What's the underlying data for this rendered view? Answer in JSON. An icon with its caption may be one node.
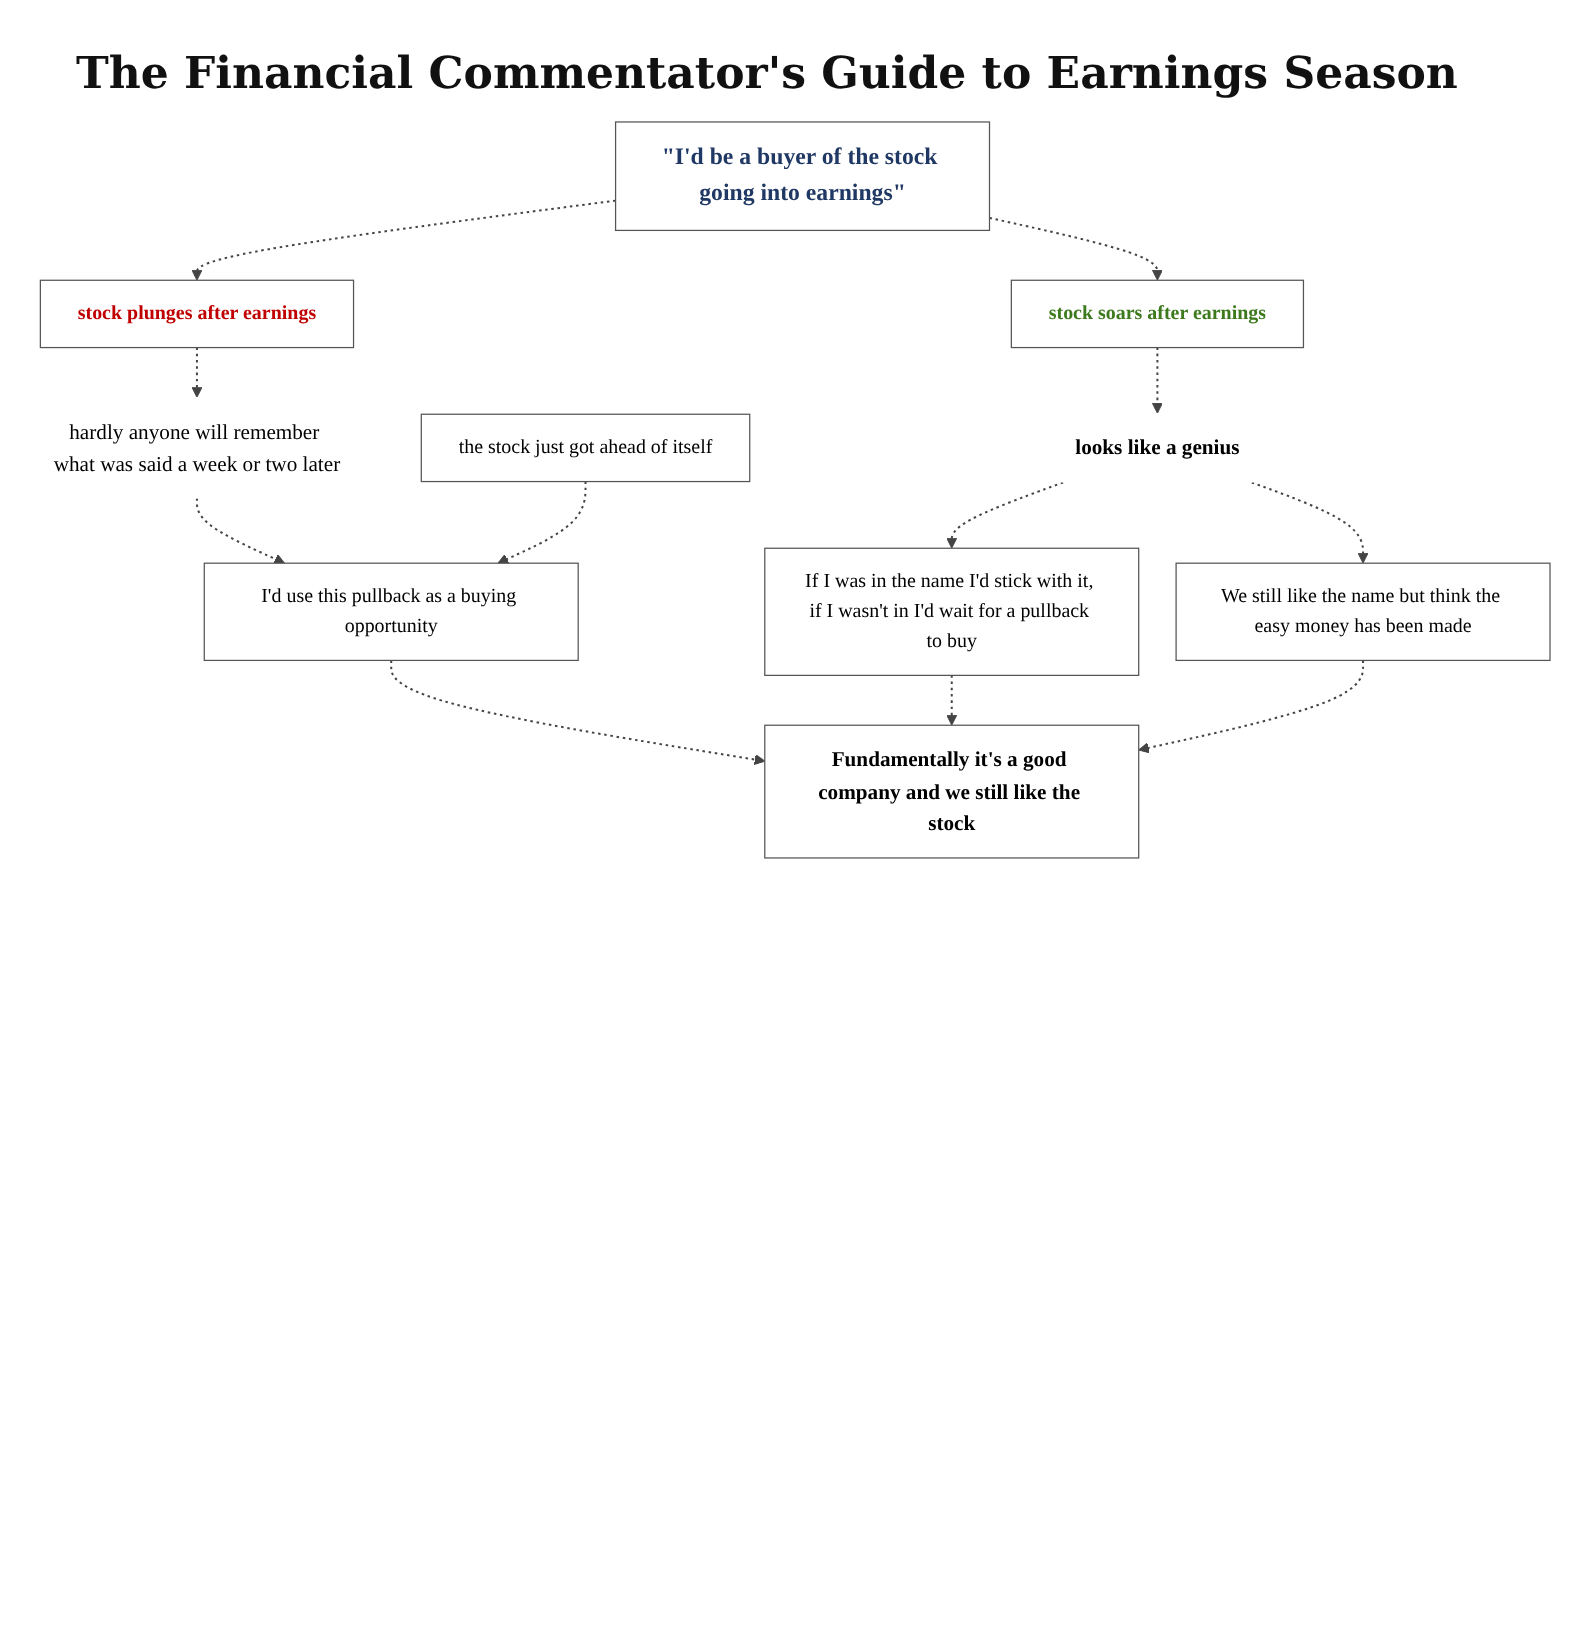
{
  "diagram": {
    "title": "The Financial Commentator's Guide to Earnings Season",
    "nodes": [
      {
        "text": [
          "\"I'd be a buyer of the stock going into earnings\""
        ]
      },
      {
        "text": [
          "stock soars after earnings"
        ]
      },
      {
        "text": [
          "stock plunges after earnings"
        ]
      },
      {
        "text": [
          "looks like a genius"
        ]
      },
      {
        "text": [
          "If I was in the name I'd stick with it, if I wasn't in I'd wait for a pullback to buy"
        ]
      },
      {
        "text": [
          "hardly anyone will remember what was said a week or two later"
        ]
      },
      {
        "text": [
          "the stock just got ahead of itself"
        ]
      },
      {
        "text": [
          "We still like the name but think the easy money has been made"
        ]
      },
      {
        "text": [
          "I'd use this pullback as a buying opportunity"
        ]
      },
      {
        "text": [
          "Fundamentally it's a good company and we still like the stock"
        ]
      }
    ],
    "edges": [
      {
        "from": 0,
        "to": 1,
        "arrow": "to",
        "style": "dashed"
      },
      {
        "from": 0,
        "to": 2,
        "arrow": "to",
        "style": "dashed"
      },
      {
        "from": 1,
        "to": 3,
        "arrow": "to",
        "style": "dashed"
      },
      {
        "from": 3,
        "to": 4,
        "arrow": "to",
        "style": "dashed"
      },
      {
        "from": 3,
        "to": 7,
        "arrow": "to",
        "style": "dashed"
      },
      {
        "from": 2,
        "to": 5,
        "arrow": "to",
        "style": "dashed"
      },
      {
        "from": 5,
        "to": 8,
        "arrow": "to",
        "style": "dashed"
      },
      {
        "from": 6,
        "to": 8,
        "arrow": "to",
        "style": "dashed"
      },
      {
        "from": 8,
        "to": 9,
        "arrow": "to",
        "style": "dashed"
      },
      {
        "from": 4,
        "to": 9,
        "arrow": "to",
        "style": "dashed"
      },
      {
        "from": 7,
        "to": 9,
        "arrow": "to",
        "style": "dashed"
      }
    ]
  }
}
